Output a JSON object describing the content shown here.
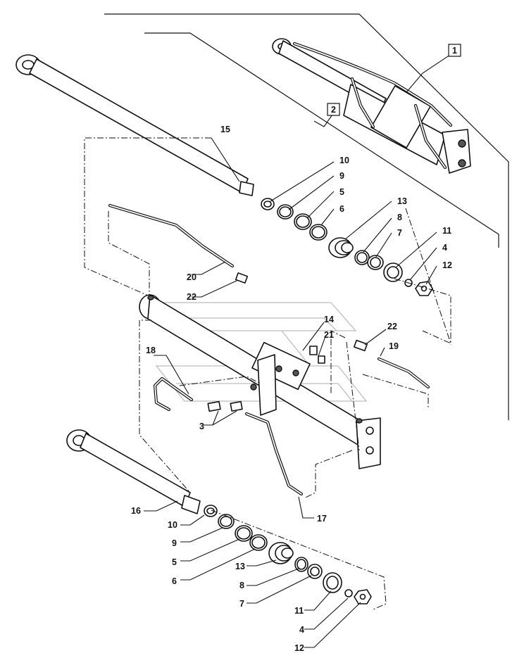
{
  "callouts": {
    "c1": "1",
    "c2": "2",
    "c15": "15",
    "c10a": "10",
    "c9a": "9",
    "c5a": "5",
    "c6a": "6",
    "c13a": "13",
    "c8a": "8",
    "c7a": "7",
    "c11a": "11",
    "c4a": "4",
    "c12a": "12",
    "c20": "20",
    "c22a": "22",
    "c14": "14",
    "c21": "21",
    "c22b": "22",
    "c19": "19",
    "c18": "18",
    "c3": "3",
    "c17": "17",
    "c16": "16",
    "c10b": "10",
    "c9b": "9",
    "c5b": "5",
    "c6b": "6",
    "c13b": "13",
    "c8b": "8",
    "c7b": "7",
    "c11b": "11",
    "c4b": "4",
    "c12b": "12"
  }
}
